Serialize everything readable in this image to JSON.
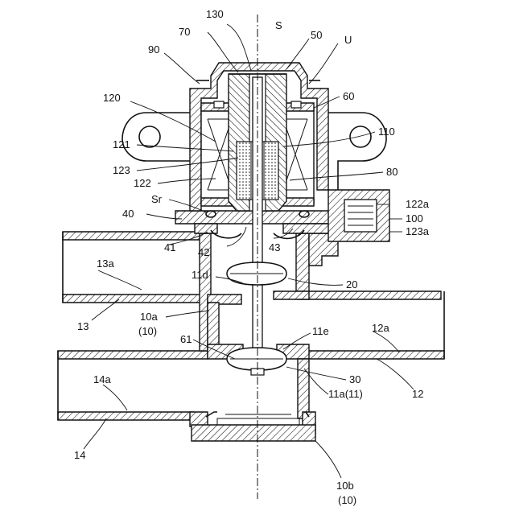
{
  "labels": {
    "l130": "130",
    "lS": "S",
    "l70": "70",
    "l50": "50",
    "lU": "U",
    "l90": "90",
    "l60": "60",
    "l120": "120",
    "l110": "110",
    "l121": "121",
    "l123": "123",
    "l80": "80",
    "l122": "122",
    "lSr": "Sr",
    "l122a": "122a",
    "l40": "40",
    "l100": "100",
    "l123a": "123a",
    "l41": "41",
    "l42": "42",
    "l43": "43",
    "l13a": "13a",
    "l11d": "11d",
    "l20": "20",
    "l13": "13",
    "l10a": "10a",
    "l10a_sub": "(10)",
    "l12a": "12a",
    "l61": "61",
    "l11e": "11e",
    "l30": "30",
    "l12": "12",
    "l11a": "11a(11)",
    "l14a": "14a",
    "l14": "14",
    "l10b": "10b",
    "l10b_sub": "(10)"
  }
}
